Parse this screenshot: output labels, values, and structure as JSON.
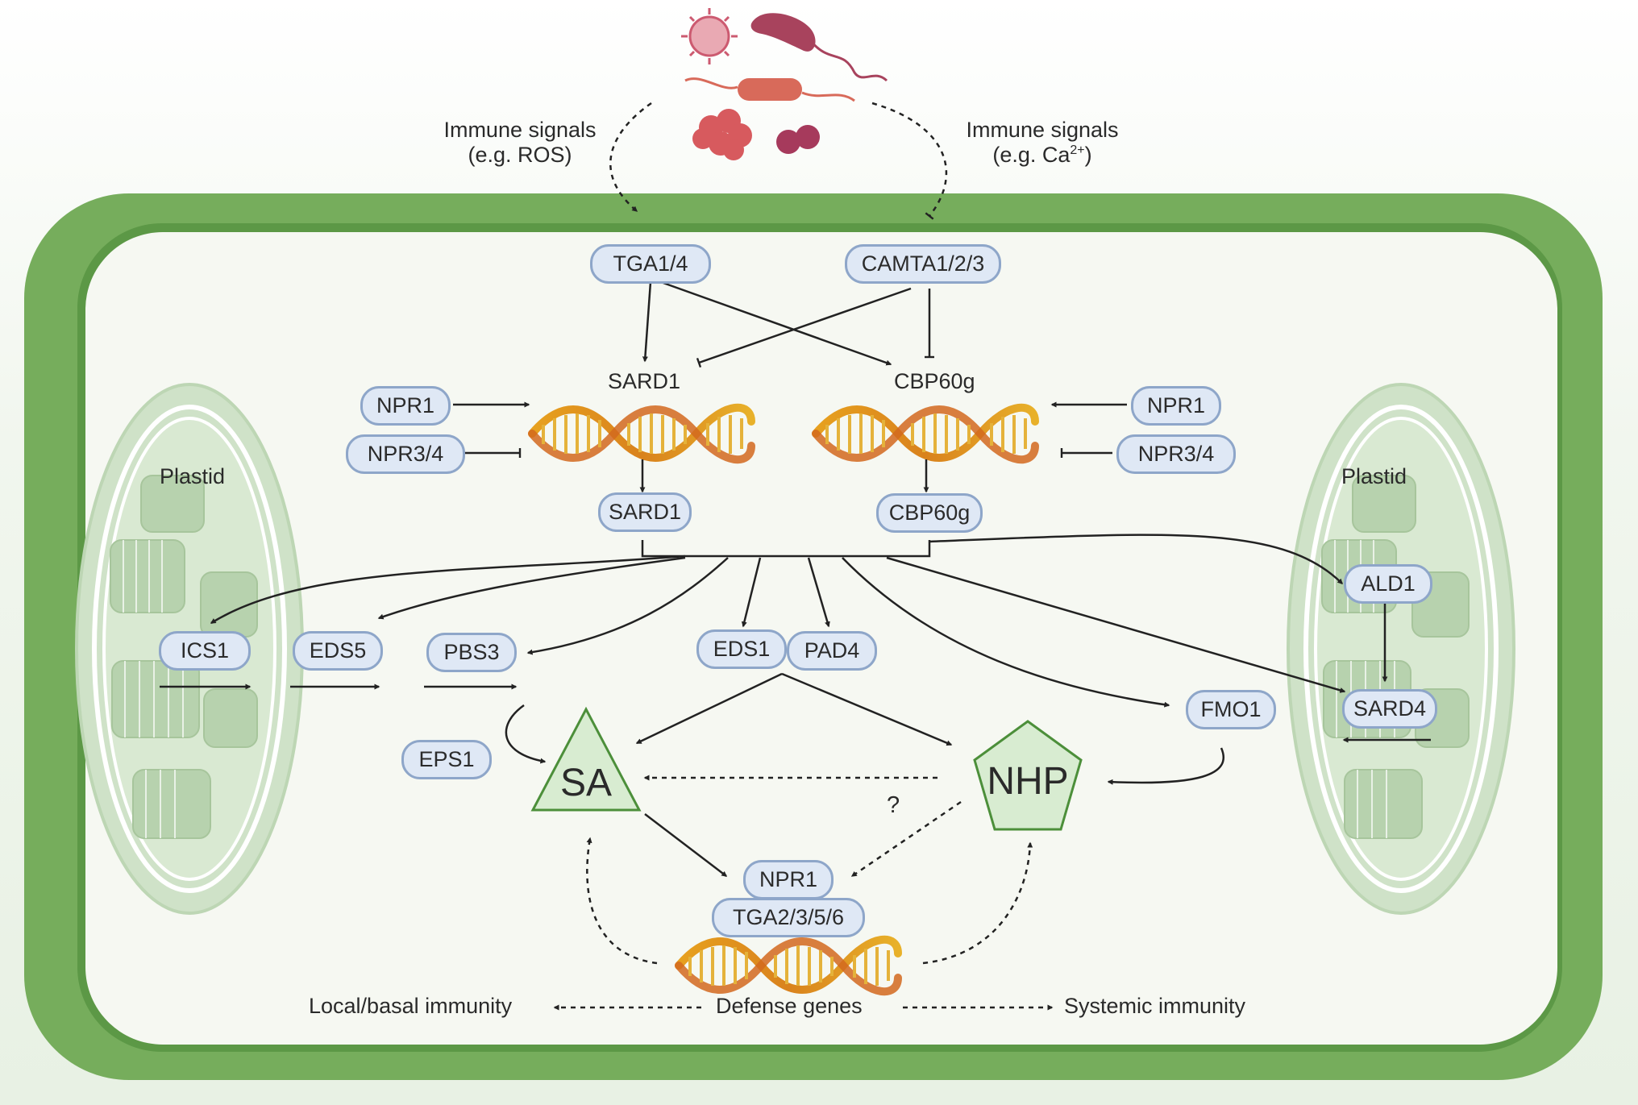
{
  "signals": {
    "left_line1": "Immune signals",
    "left_line2": "(e.g. ROS)",
    "right_line1": "Immune signals",
    "right_line2_prefix": "(e.g. Ca",
    "right_line2_sup": "2+",
    "right_line2_suffix": ")"
  },
  "plastid_left": "Plastid",
  "plastid_right": "Plastid",
  "top_factors": {
    "tga14": "TGA1/4",
    "camta": "CAMTA1/2/3"
  },
  "genes": {
    "sard1": "SARD1",
    "cbp60g": "CBP60g"
  },
  "regulators_left": {
    "npr1": "NPR1",
    "npr34": "NPR3/4"
  },
  "regulators_right": {
    "npr1": "NPR1",
    "npr34": "NPR3/4"
  },
  "proteins": {
    "sard1": "SARD1",
    "cbp60g": "CBP60g"
  },
  "enzymes": {
    "ics1": "ICS1",
    "eds5": "EDS5",
    "pbs3": "PBS3",
    "eds1": "EDS1",
    "pad4": "PAD4",
    "eps1": "EPS1",
    "fmo1": "FMO1",
    "ald1": "ALD1",
    "sard4": "SARD4"
  },
  "metabolites": {
    "sa": "SA",
    "nhp": "NHP",
    "question": "?"
  },
  "nucleus_factors": {
    "npr1": "NPR1",
    "tga": "TGA2/3/5/6"
  },
  "outputs": {
    "local": "Local/basal immunity",
    "defense": "Defense genes",
    "systemic": "Systemic immunity"
  }
}
